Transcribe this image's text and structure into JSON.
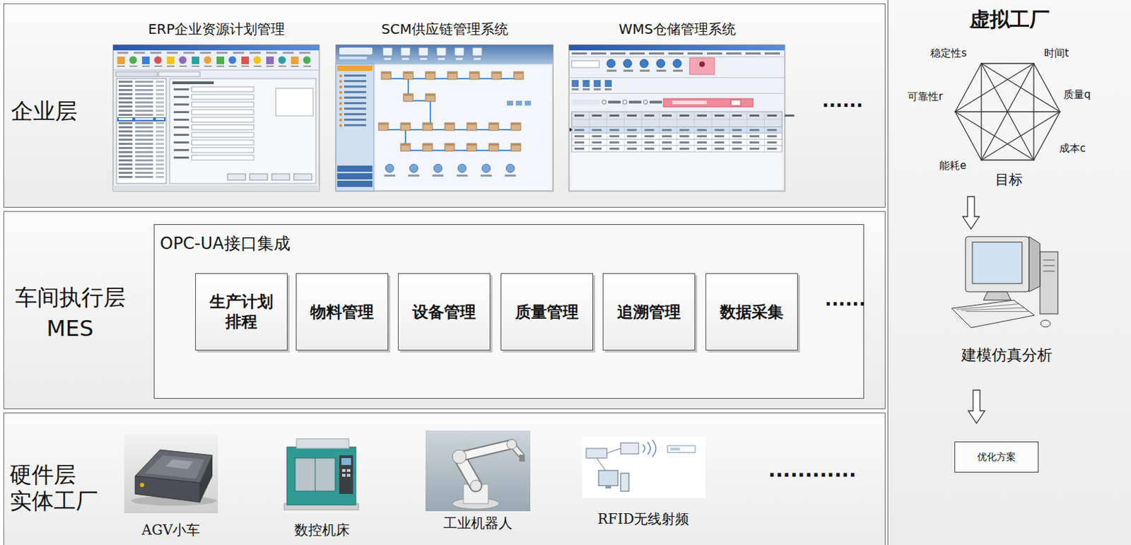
{
  "diagram": {
    "nodes": [
      {
        "text": [
          "企业层"
        ]
      },
      {
        "text": [
          "ERP企业资源计划管理"
        ],
        "in": 0
      },
      {
        "text": [
          "SCM供应链管理系统"
        ],
        "in": 0
      },
      {
        "text": [
          "WMS仓储管理系统"
        ],
        "in": 0
      },
      {
        "text": [
          "车间执行层 MES"
        ]
      },
      {
        "text": [
          "OPC-UA接口集成"
        ],
        "in": 4
      },
      {
        "text": [
          "生产计划 排程"
        ],
        "in": 5
      },
      {
        "text": [
          "物料管理"
        ],
        "in": 5
      },
      {
        "text": [
          "设备管理"
        ],
        "in": 5
      },
      {
        "text": [
          "质量管理"
        ],
        "in": 5
      },
      {
        "text": [
          "追溯管理"
        ],
        "in": 5
      },
      {
        "text": [
          "数据采集"
        ],
        "in": 5
      },
      {
        "text": [
          "硬件层 实体工厂"
        ]
      },
      {
        "text": [
          "AGV小车"
        ],
        "in": 12
      },
      {
        "text": [
          "数控机床"
        ],
        "in": 12
      },
      {
        "text": [
          "工业机器人"
        ],
        "in": 12
      },
      {
        "text": [
          "RFID无线射频"
        ],
        "in": 12
      },
      {
        "text": [
          "虚拟工厂"
        ]
      },
      {
        "text": [
          "目标"
        ],
        "in": 17
      },
      {
        "text": [
          "建模仿真分析"
        ],
        "in": 17
      },
      {
        "text": [
          "优化方案"
        ],
        "in": 17
      }
    ],
    "edges": [
      {
        "from": 18,
        "to": 19,
        "arrow": "to"
      },
      {
        "from": 19,
        "to": 20,
        "arrow": "to"
      }
    ],
    "labels": [
      "......",
      "......",
      "............",
      "稳定性s",
      "时间t",
      "可靠性r",
      "质量q",
      "成本c",
      "能耗e"
    ]
  }
}
